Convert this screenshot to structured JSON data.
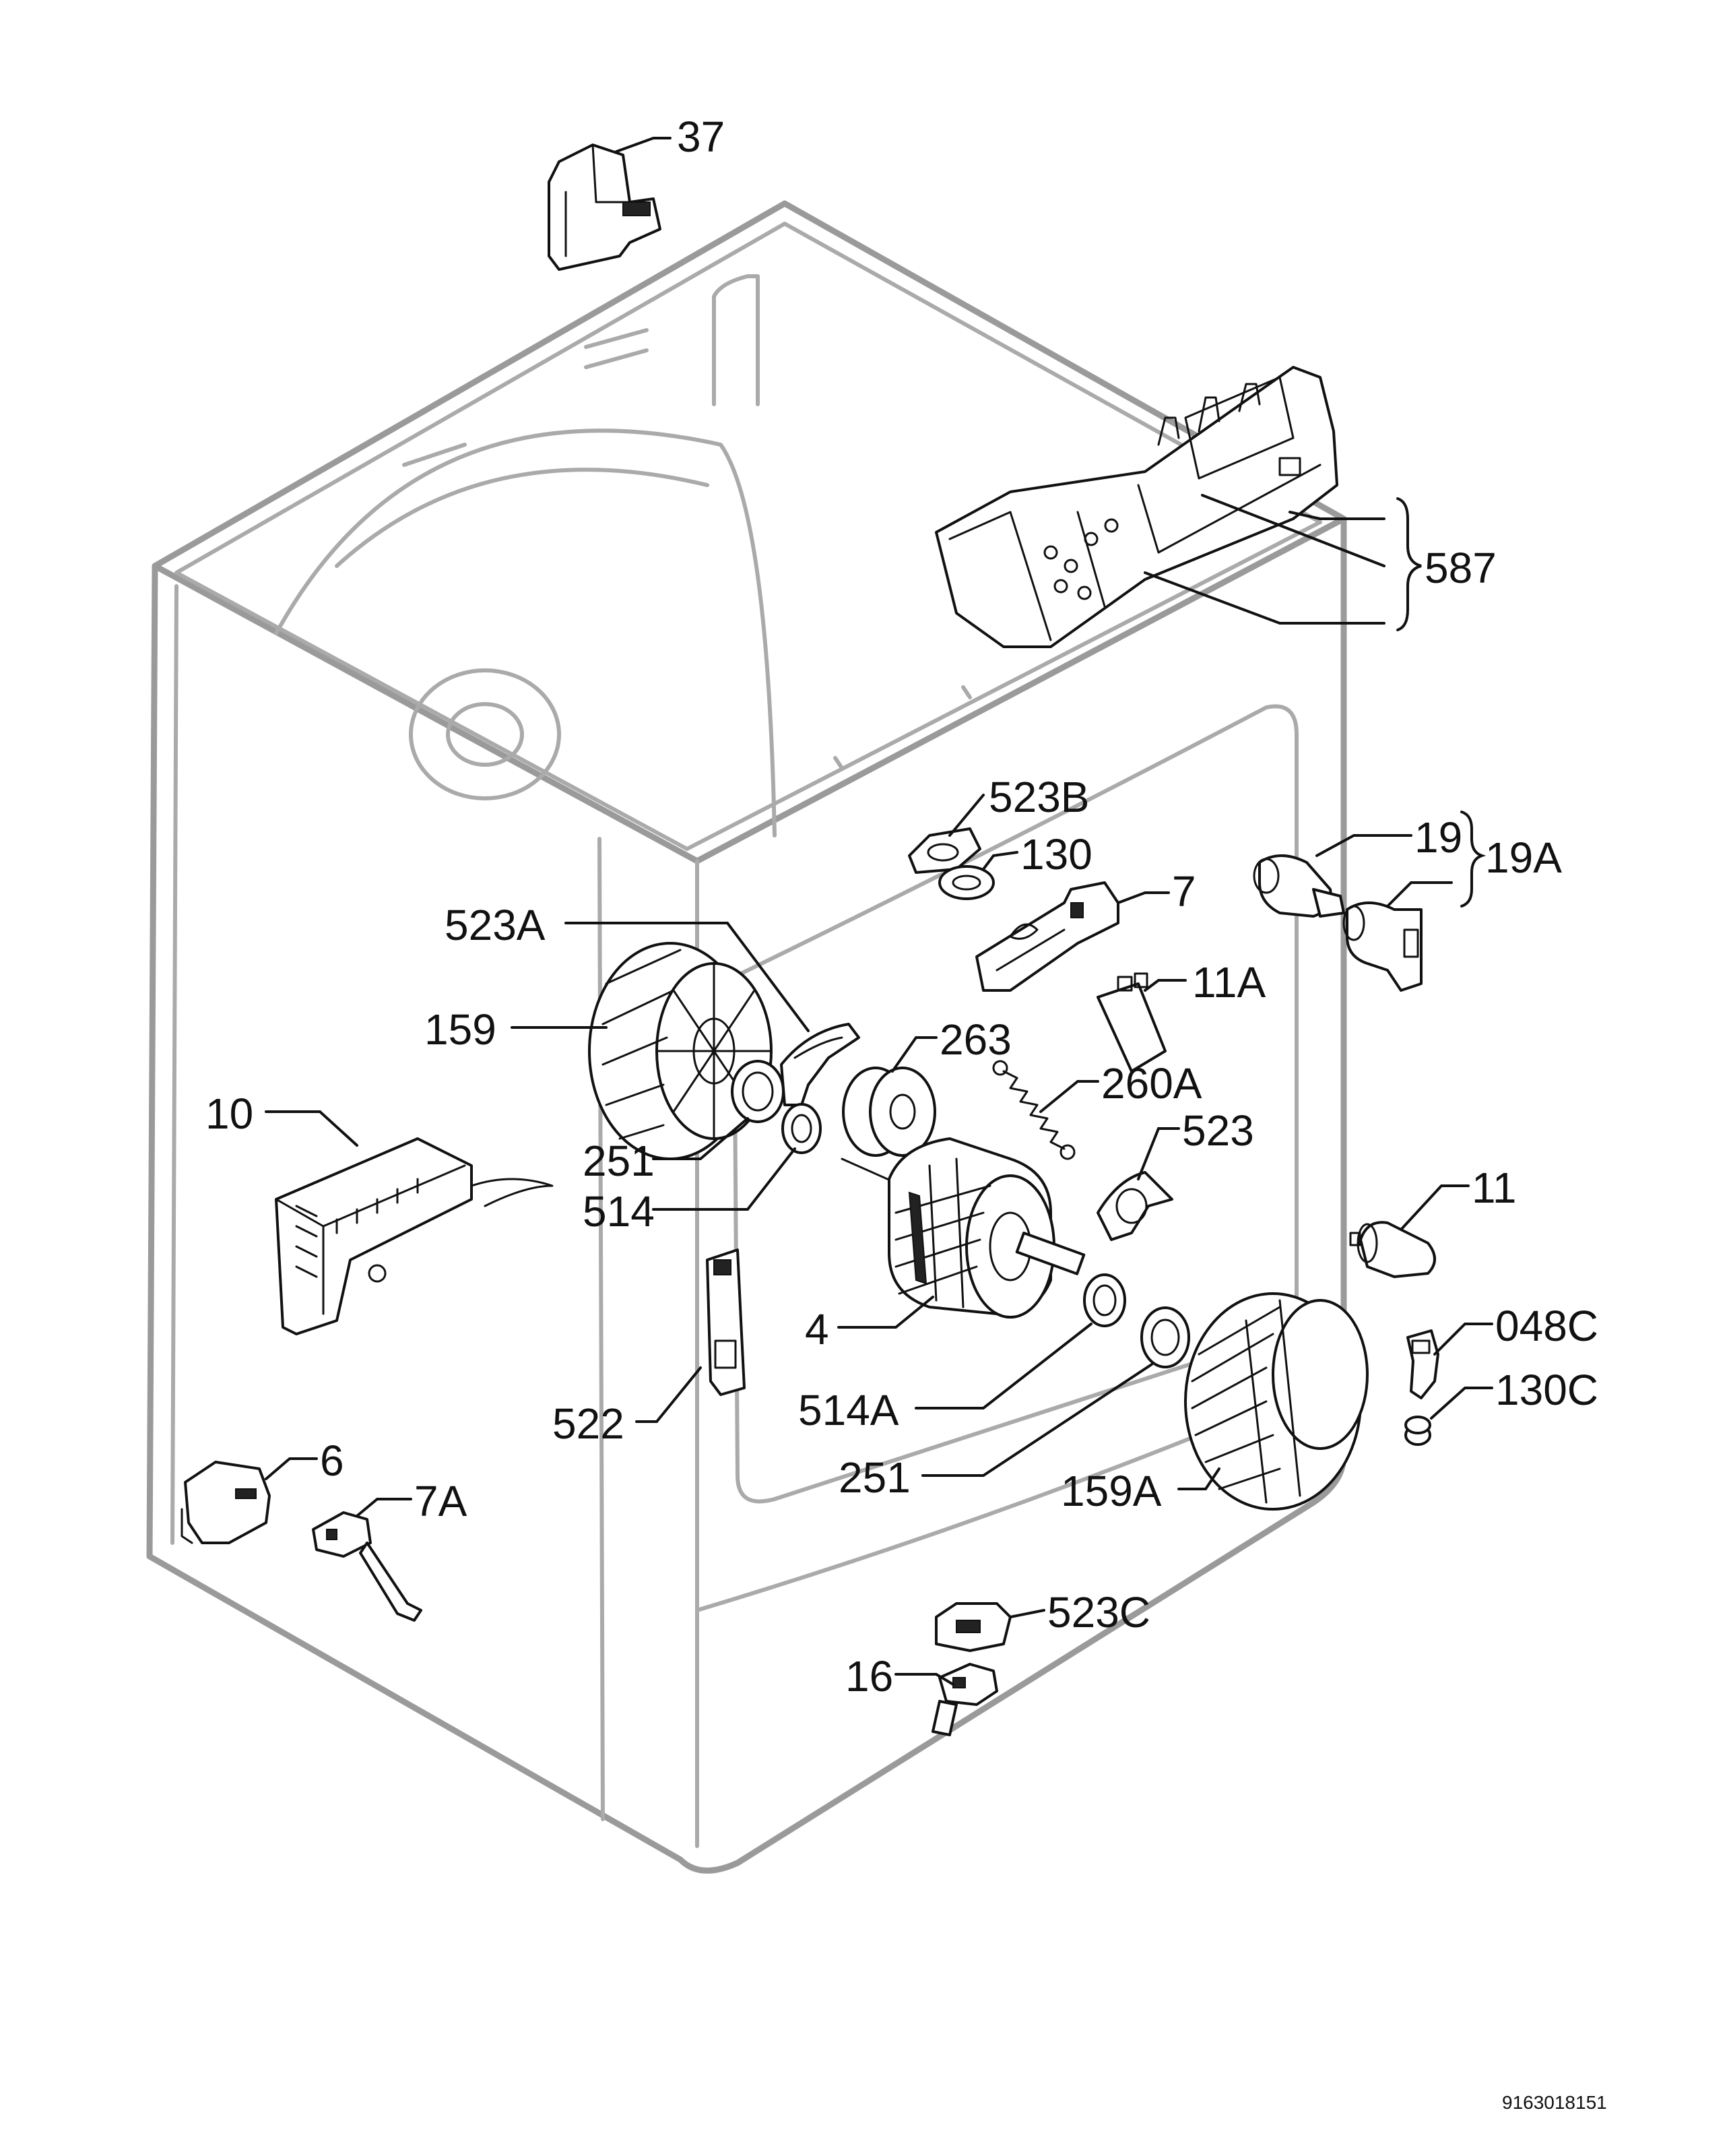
{
  "labels": {
    "p37": "37",
    "p587": "587",
    "p523B": "523B",
    "p130": "130",
    "p19": "19",
    "p19A": "19A",
    "p7": "7",
    "p523A": "523A",
    "p11A": "11A",
    "p159": "159",
    "p263": "263",
    "p260A": "260A",
    "p10": "10",
    "p523": "523",
    "p251a": "251",
    "p514": "514",
    "p11": "11",
    "p4": "4",
    "p048C": "048C",
    "p514A": "514A",
    "p130C": "130C",
    "p522": "522",
    "p251b": "251",
    "p159A": "159A",
    "p6": "6",
    "p7A": "7A",
    "p523C": "523C",
    "p16": "16"
  },
  "document_number": "9163018151"
}
